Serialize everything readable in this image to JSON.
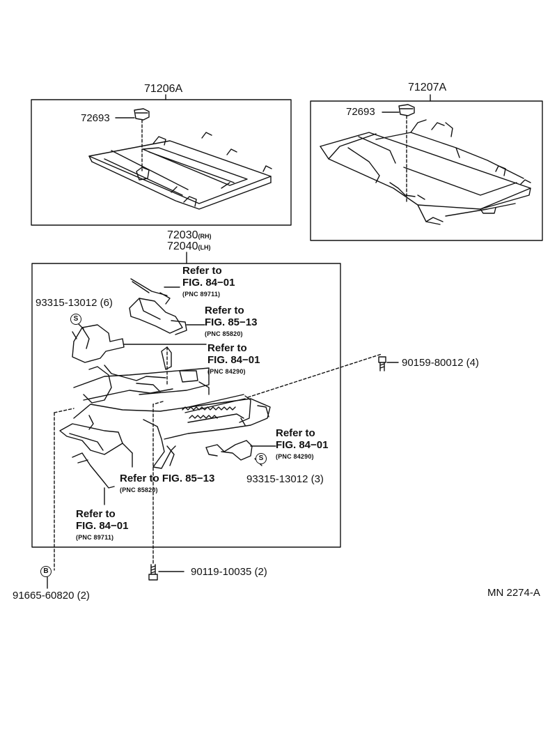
{
  "diagram": {
    "code": "MN 2274-A",
    "boxes": {
      "left_frame": {
        "title": "71206A",
        "part": "72693"
      },
      "right_frame": {
        "title": "71207A",
        "part": "72693"
      },
      "adjuster": {
        "title_rh": "72030",
        "suffix_rh": "(RH)",
        "title_lh": "72040",
        "suffix_lh": "(LH)"
      }
    },
    "callouts": {
      "ref1": {
        "line1": "Refer to",
        "line2": "FIG. 84−01",
        "pnc": "(PNC 89711)"
      },
      "ref2": {
        "line1": "Refer to",
        "line2": "FIG. 85−13",
        "pnc": "(PNC 85820)"
      },
      "ref3": {
        "line1": "Refer to",
        "line2": "FIG. 84−01",
        "pnc": "(PNC 84290)"
      },
      "ref4": {
        "line1": "Refer to",
        "line2": "FIG. 84−01",
        "pnc": "(PNC 84290)"
      },
      "ref5": {
        "line1": "Refer to FIG. 85−13",
        "pnc": "(PNC 85820)"
      },
      "ref6": {
        "line1": "Refer to",
        "line2": "FIG. 84−01",
        "pnc": "(PNC 89711)"
      }
    },
    "parts": {
      "screw_upper": "93315-13012 (6)",
      "screw_lower": "93315-13012 (3)",
      "bolt_right": "90159-80012 (4)",
      "bolt_bottom": "90119-10035 (2)",
      "bolt_left": "91665-60820 (2)"
    },
    "marks": {
      "s": "S",
      "b": "B"
    }
  }
}
